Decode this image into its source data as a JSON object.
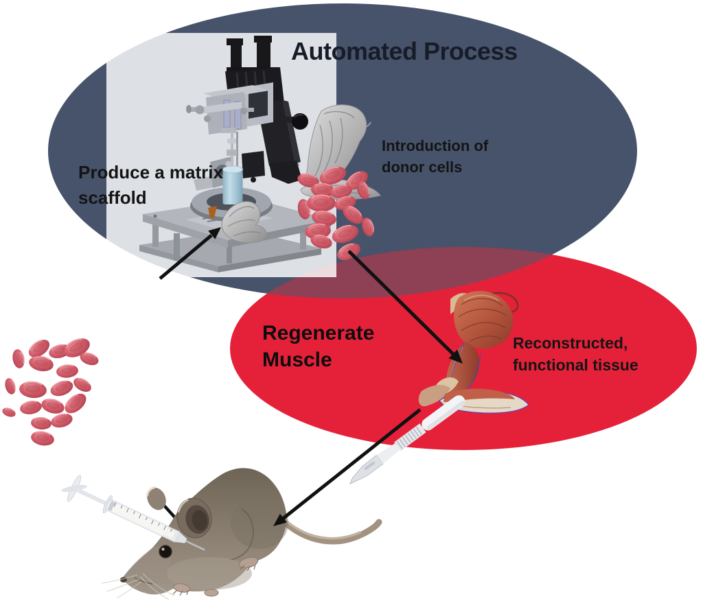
{
  "diagram": {
    "title": "Automated Process",
    "stage_produce": {
      "line1": "Produce a matrix",
      "line2": "scaffold"
    },
    "stage_intro": {
      "line1": "Introduction of",
      "line2": "donor cells"
    },
    "stage_regen": {
      "line1": "Regenerate",
      "line2": "Muscle"
    },
    "stage_recon": {
      "line1": "Reconstructed,",
      "line2": "functional tissue"
    },
    "colors": {
      "automated_ellipse": "#46536A",
      "regenerate_ellipse": "#E5213A",
      "ellipse_overlap": "#8E4055",
      "scaffold_panel": "#FFFFFF",
      "arrow": "#111111",
      "blood_cell": "#D55F6C",
      "machine_metal": "#B3B6BD",
      "machine_frame": "#1B1B1F",
      "vial_blue": "#9FC4D4"
    }
  }
}
